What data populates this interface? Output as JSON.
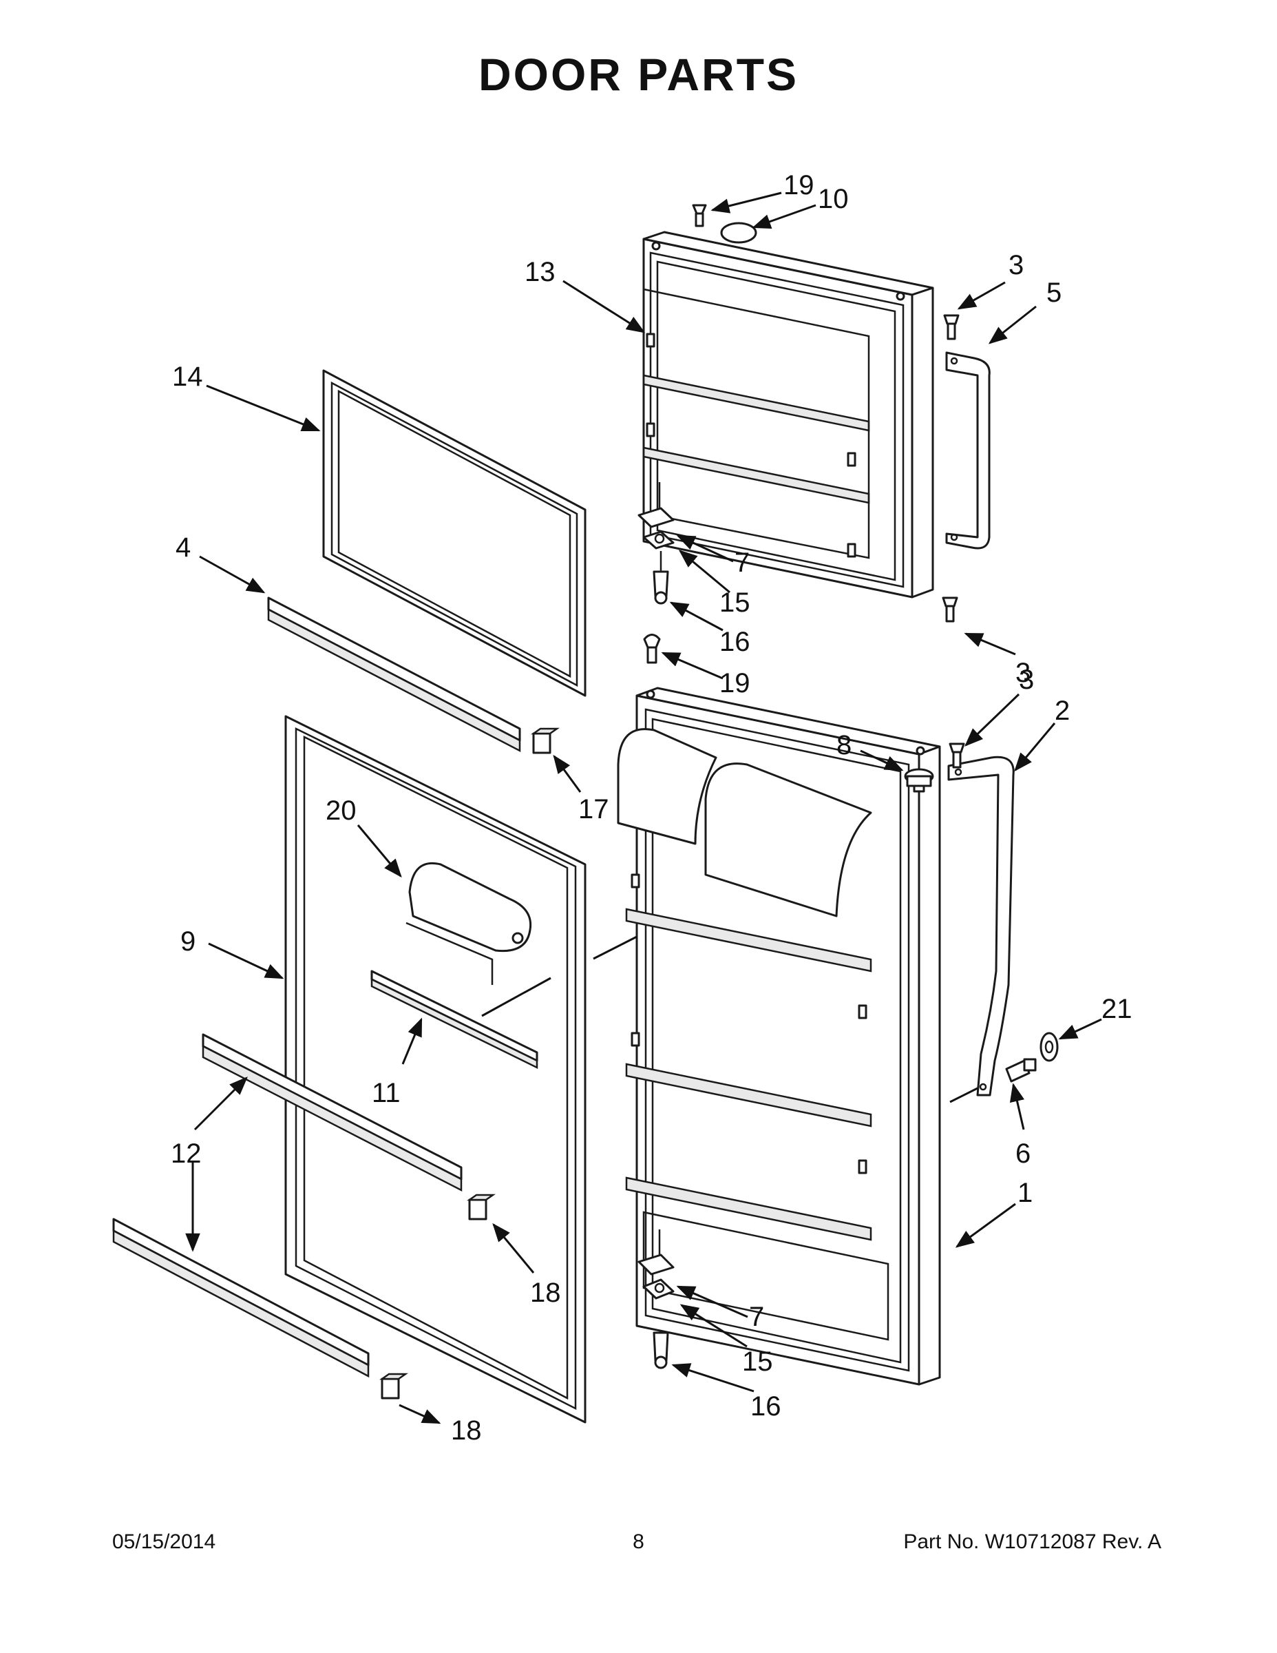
{
  "title": "DOOR PARTS",
  "labels": {
    "l19a": "19",
    "l10": "10",
    "l13": "13",
    "l3a": "3",
    "l5": "5",
    "l14": "14",
    "l4": "4",
    "l7a": "7",
    "l15a": "15",
    "l16a": "16",
    "l19b": "19",
    "l3b": "3",
    "l3c": "3",
    "l2": "2",
    "l8": "8",
    "l17": "17",
    "l20": "20",
    "l9": "9",
    "l21": "21",
    "l11": "11",
    "l12": "12",
    "l6": "6",
    "l1": "1",
    "l18a": "18",
    "l7b": "7",
    "l15b": "15",
    "l16b": "16",
    "l18b": "18"
  },
  "footer": {
    "date": "05/15/2014",
    "page": "8",
    "part_no": "Part No.  W10712087  Rev.  A"
  }
}
